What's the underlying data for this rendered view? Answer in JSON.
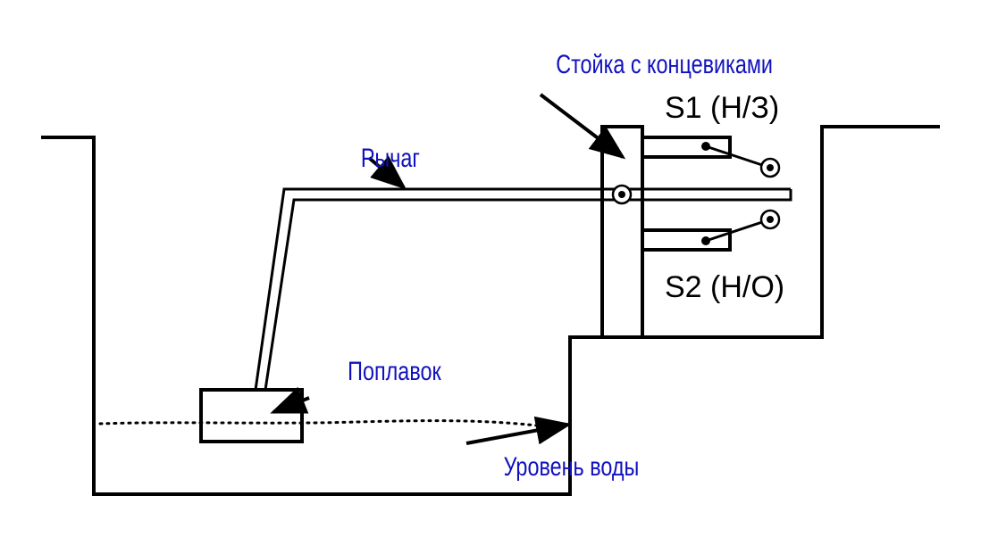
{
  "labels": {
    "stand": "Стойка с концевиками",
    "lever": "Рычаг",
    "float": "Поплавок",
    "water_level": "Уровень воды",
    "s1": "S1 (Н/З)",
    "s2": "S2 (Н/О)"
  },
  "colors": {
    "label_blue": "#1010c0",
    "line": "#000000"
  }
}
